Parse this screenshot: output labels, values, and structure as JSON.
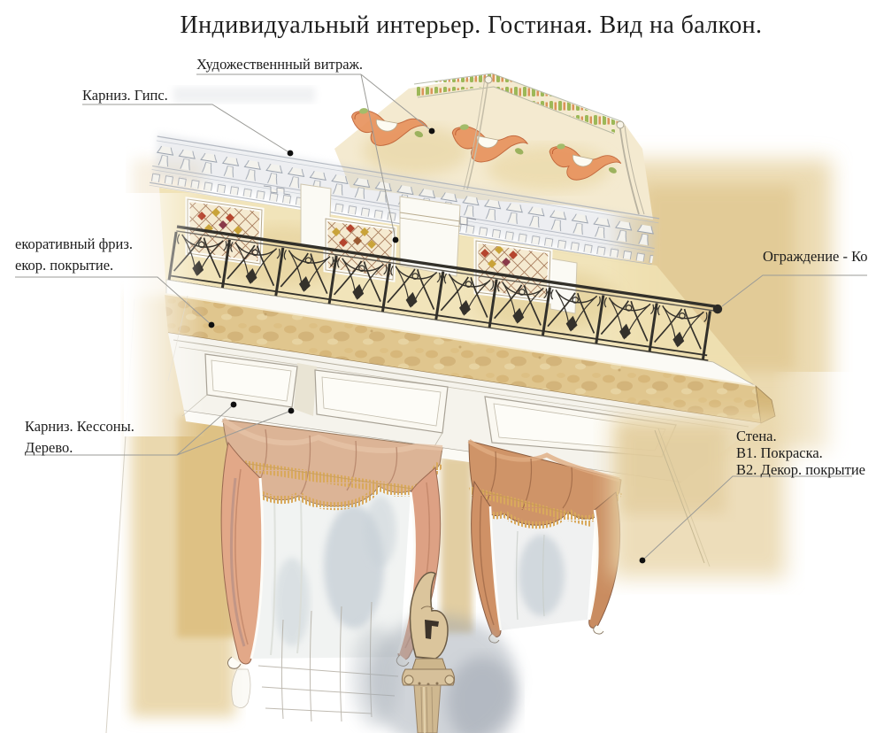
{
  "title": "Индивидуальный интерьер. Гостиная. Вид на балкон.",
  "annotations": {
    "artistic_stained_glass": {
      "lines": [
        "Художественнный витраж."
      ]
    },
    "cornice_plaster": {
      "lines": [
        "Карниз. Гипс."
      ]
    },
    "decorative_frieze": {
      "lines": [
        "екоративный фриз.",
        "екор. покрытие."
      ]
    },
    "railing": {
      "lines": [
        "Ограждение - Ко"
      ]
    },
    "cornice_coffers_wood": {
      "lines": [
        "Карниз. Кессоны.",
        "Дерево."
      ]
    },
    "wall": {
      "lines": [
        "Стена.",
        "В1. Покраска.",
        "В2. Декор. покрытие"
      ]
    }
  },
  "palette": {
    "ink": "#1c1c1c",
    "leader_line": "#9b9b97",
    "wall_wash": "#e7d2a0",
    "gold_wash": "#d9b873",
    "stone_fascia": "#e0c68e",
    "ironwork": "#33302a",
    "curtain_salmon": "#e2a888",
    "curtain_terracotta": "#cf9468",
    "fringe_gold": "#d9a95c",
    "ornament_orange": "#e8935e",
    "leaf_green": "#a3bc6a",
    "stained_glass_red": "#b5452e",
    "stained_glass_gold": "#c9a33a",
    "sketch_gray": "#9aa2ac",
    "sheer_blue": "#c5ced5"
  }
}
